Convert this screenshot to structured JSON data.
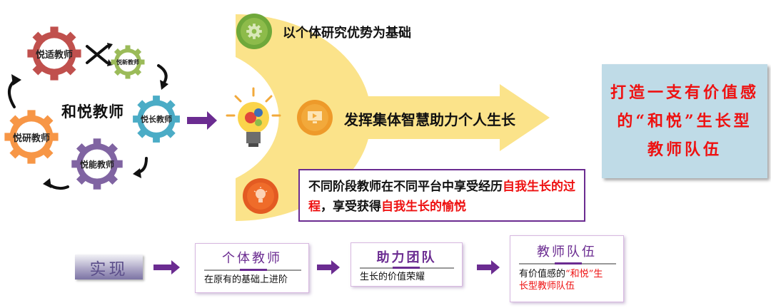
{
  "cycle": {
    "center": "和悦教师",
    "gears": [
      {
        "label": "悦适教师",
        "color": "#c0504d"
      },
      {
        "label": "悦新教师",
        "color": "#9bbb59"
      },
      {
        "label": "悦长教师",
        "color": "#4bacc6"
      },
      {
        "label": "悦能教师",
        "color": "#8064a2"
      },
      {
        "label": "悦研教师",
        "color": "#f79646"
      }
    ]
  },
  "rows": [
    {
      "text": "以个体研究优势为基础",
      "icon": "gear-icon",
      "color": "#8dbb4a"
    },
    {
      "text": "发挥集体智慧助力个人生长",
      "icon": "monitor-icon",
      "color": "#f2a93b"
    },
    {
      "icon": "lightbulb-icon",
      "color": "#ef6c2a"
    }
  ],
  "goal": "打造一支有价值感的“和悦”生长型教师队伍",
  "process": {
    "p1": "不同阶段教师在不同平台中享受经历",
    "p1_red": "自我生长的过程",
    "p2": "，享受获得",
    "p2_red": "自我生长的愉悦"
  },
  "realize": "实现",
  "steps": [
    {
      "title": "个体教师",
      "desc": "在原有的基础上进阶"
    },
    {
      "title": "助力团队",
      "desc": "生长的价值荣耀"
    },
    {
      "title": "教师队伍",
      "desc": "有价值感的",
      "desc_red": "“和悦”",
      "desc_tail": "生",
      "desc2": "长型教师队伍"
    }
  ]
}
